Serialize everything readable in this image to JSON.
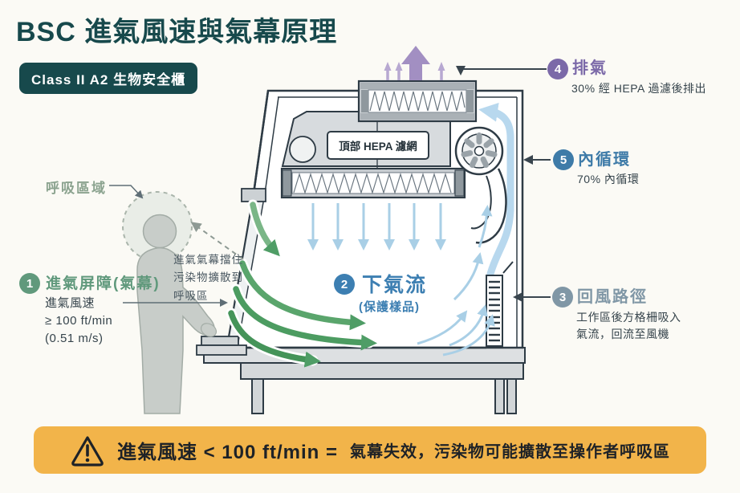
{
  "title": "BSC 進氣風速與氣幕原理",
  "badge": "Class II A2 生物安全櫃",
  "diagram": {
    "breathing_zone_label": "呼吸區域",
    "curtain_note_line1": "進氣氣幕擋住",
    "curtain_note_line2": "污染物擴散到",
    "curtain_note_line3": "呼吸區",
    "top_hepa_label": "頂部 HEPA 濾網"
  },
  "steps": {
    "s1": {
      "num": "1",
      "title": "進氣屏障(氣幕)",
      "sub1": "進氣風速",
      "sub2": "≥ 100 ft/min",
      "sub3": "(0.51 m/s)"
    },
    "s2": {
      "num": "2",
      "title": "下氣流",
      "sub": "(保護樣品)"
    },
    "s3": {
      "num": "3",
      "title": "回風路徑",
      "sub1": "工作區後方格柵吸入",
      "sub2": "氣流，回流至風機"
    },
    "s4": {
      "num": "4",
      "title": "排氣",
      "sub": "30% 經 HEPA 過濾後排出"
    },
    "s5": {
      "num": "5",
      "title": "內循環",
      "sub": "70% 內循環"
    }
  },
  "warning": {
    "strong": "進氣風速 < 100 ft/min =",
    "rest": "氣幕失效，污染物可能擴散至操作者呼吸區"
  },
  "colors": {
    "teal": "#17494c",
    "green": "#60997c",
    "blue": "#3d7fb2",
    "steel_blue": "#3e7ba8",
    "gray_blue": "#8097a6",
    "purple": "#7b69a8",
    "banner_yellow": "#f2b44a",
    "downflow_arrow": "#a9cfe6",
    "inflow_arrow": "#4f9d66",
    "exhaust_arrow": "#a28fc2"
  }
}
